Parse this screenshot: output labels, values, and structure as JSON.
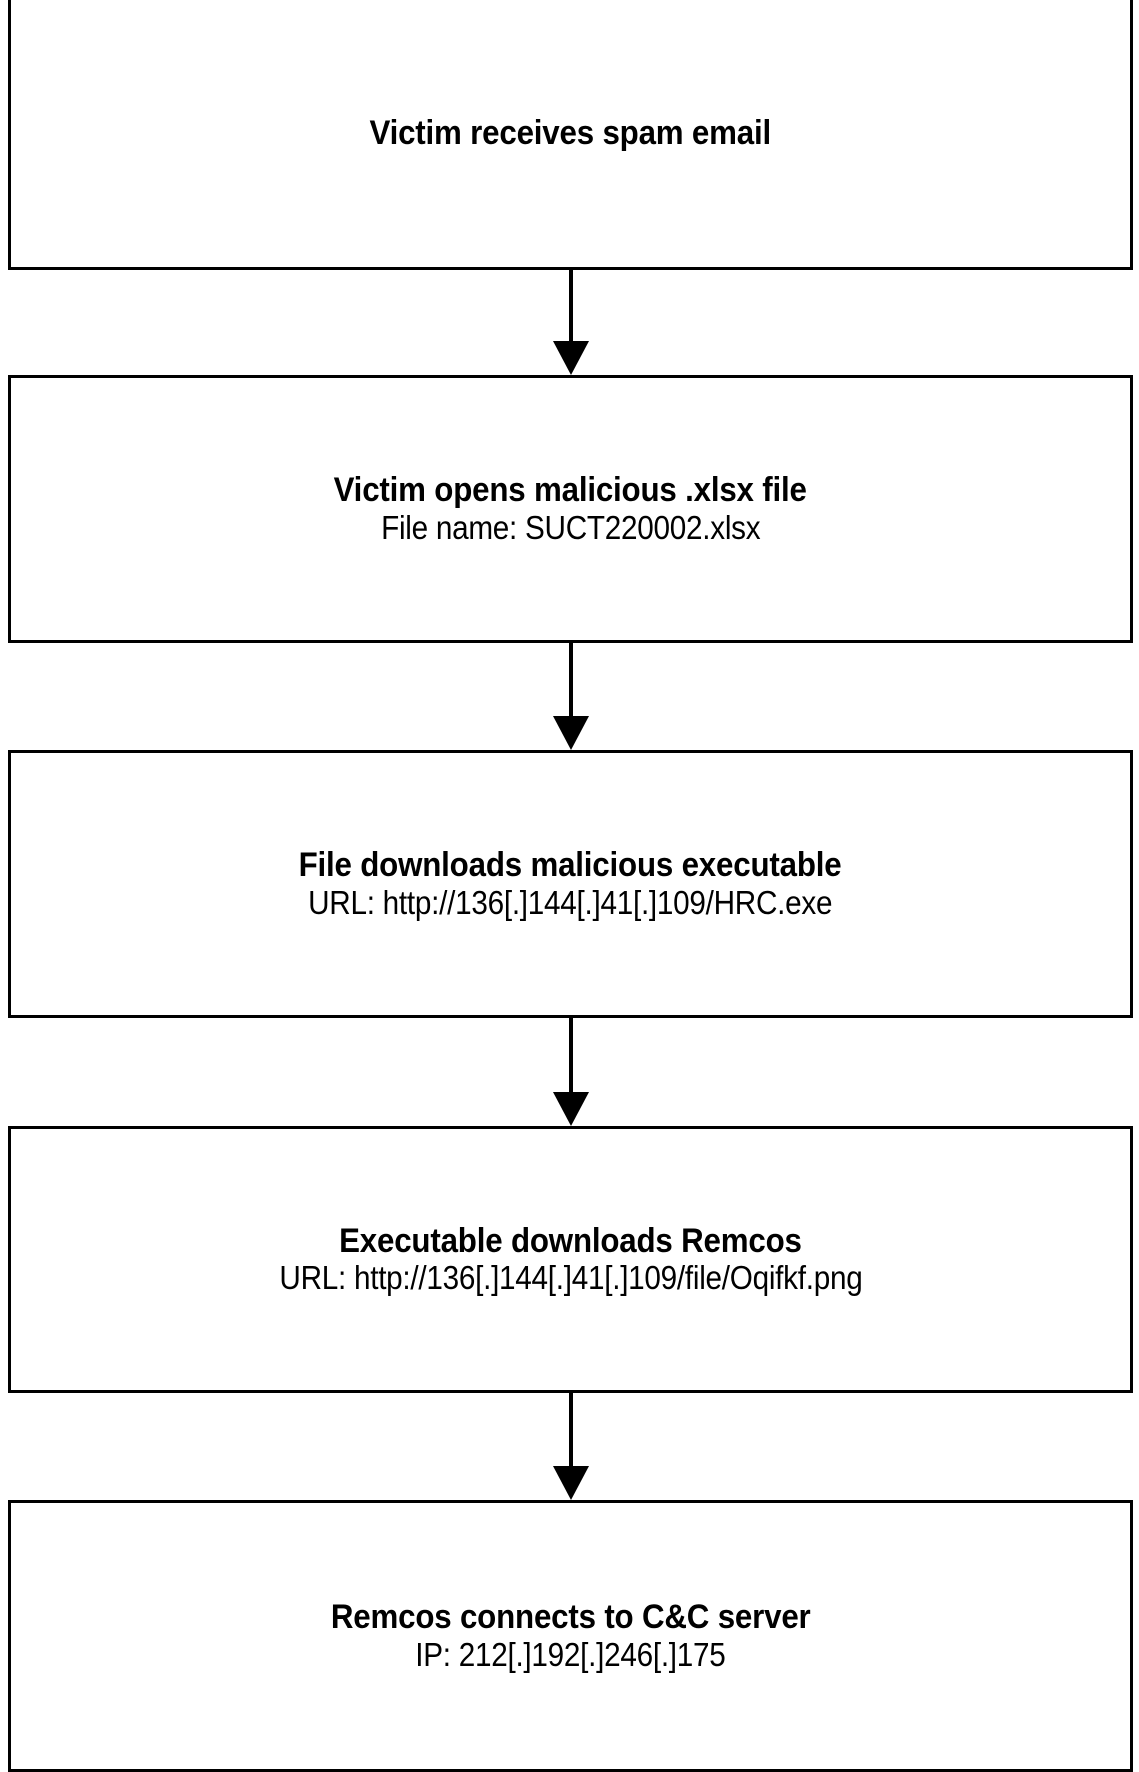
{
  "diagram": {
    "type": "flowchart",
    "orientation": "vertical-top-to-bottom",
    "node_count": 5,
    "colors": {
      "stroke": "#000000",
      "fill": "#ffffff",
      "text": "#000000"
    },
    "nodes": [
      {
        "id": "node-0",
        "title": "Victim receives spam email",
        "subtitle": ""
      },
      {
        "id": "node-1",
        "title": "Victim opens malicious .xlsx file",
        "subtitle": "File name: SUCT220002.xlsx"
      },
      {
        "id": "node-2",
        "title": "File downloads malicious executable",
        "subtitle": "URL: http://136[.]144[.]41[.]109/HRC.exe"
      },
      {
        "id": "node-3",
        "title": "Executable downloads Remcos",
        "subtitle": "URL: http://136[.]144[.]41[.]109/file/Oqifkf.png"
      },
      {
        "id": "node-4",
        "title": "Remcos connects to C&C server",
        "subtitle": "IP: 212[.]192[.]246[.]175"
      }
    ],
    "connectors": [
      {
        "id": "conn-0",
        "from": "node-0",
        "to": "node-1",
        "icon": "down-arrow-icon"
      },
      {
        "id": "conn-1",
        "from": "node-1",
        "to": "node-2",
        "icon": "down-arrow-icon"
      },
      {
        "id": "conn-2",
        "from": "node-2",
        "to": "node-3",
        "icon": "down-arrow-icon"
      },
      {
        "id": "conn-3",
        "from": "node-3",
        "to": "node-4",
        "icon": "down-arrow-icon"
      }
    ]
  }
}
